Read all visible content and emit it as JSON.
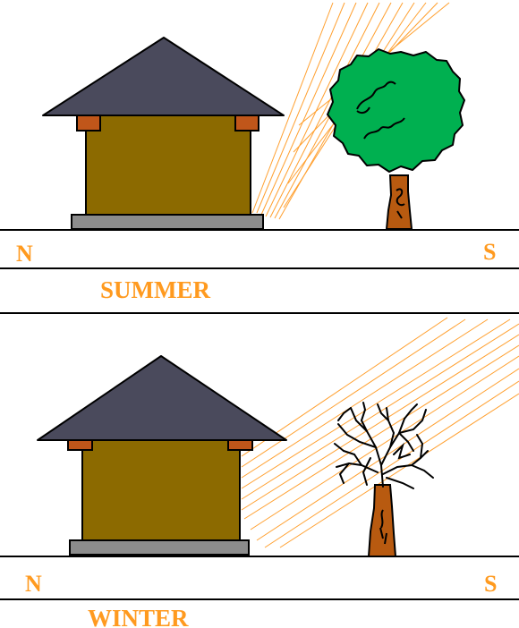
{
  "panels": {
    "summer": {
      "season_label": "SUMMER",
      "north_label": "N",
      "south_label": "S"
    },
    "winter": {
      "season_label": "WINTER",
      "north_label": "N",
      "south_label": "S"
    }
  },
  "colors": {
    "roof": "#4a4a5c",
    "wall": "#8c6a00",
    "eaves": "#c0561a",
    "foundation": "#8c8c8c",
    "ground_line": "#000000",
    "sun_rays": "#ffa030",
    "label": "#ff9a1f",
    "summer_foliage": "#00b050",
    "trunk": "#b85a10"
  }
}
